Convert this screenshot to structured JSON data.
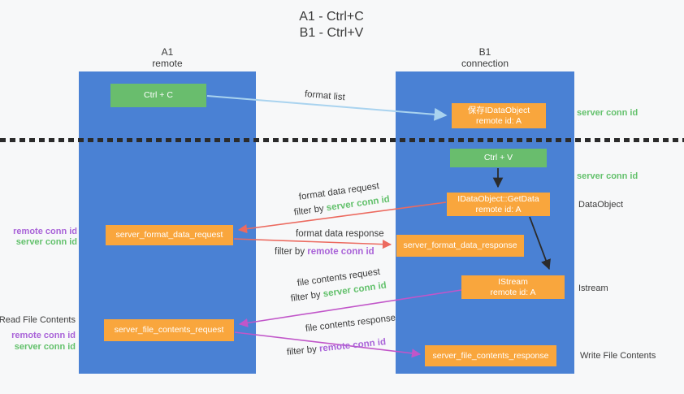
{
  "title": {
    "line1": "A1 - Ctrl+C",
    "line2": "B1 - Ctrl+V"
  },
  "lanes": {
    "a": {
      "name": "A1",
      "subtitle": "remote"
    },
    "b": {
      "name": "B1",
      "subtitle": "connection"
    }
  },
  "nodes": {
    "ctrl_c": "Ctrl + C",
    "ctrl_v": "Ctrl + V",
    "save_idataobject": {
      "title": "保存IDataObject",
      "subtitle": "remote id: A"
    },
    "idataobject_getdata": {
      "title": "IDataObject::GetData",
      "subtitle": "remote id: A"
    },
    "istream": {
      "title": "IStream",
      "subtitle": "remote id: A"
    },
    "server_format_data_request": "server_format_data_request",
    "server_format_data_response": "server_format_data_response",
    "server_file_contents_request": "server_file_contents_request",
    "server_file_contents_response": "server_file_contents_response"
  },
  "edge_labels": {
    "format_list": "format list",
    "format_data_request": "format data request",
    "format_data_response": "format data response",
    "file_contents_request": "file contents request",
    "file_contents_response": "file contents response",
    "filter_by": "filter by ",
    "server_conn_id": "server conn id",
    "remote_conn_id": "remote conn id"
  },
  "side_labels": {
    "server_conn_id": "server conn id",
    "remote_conn_id": "remote conn id",
    "dataobject": "DataObject",
    "istream": "Istream",
    "read_file_contents": "Read File Contents",
    "write_file_contents": "Write File Contents"
  },
  "colors": {
    "lane-blue": "#4a81d4",
    "node-green": "#69bd6d",
    "node-orange": "#f9a63d",
    "text-dark": "#3b3b3b",
    "green-label": "#63c16c",
    "purple-label": "#a963d8",
    "arrow-blue": "#a9d3ef",
    "arrow-black": "#2b2b2b",
    "arrow-salmon": "#ec6a5f",
    "arrow-magenta": "#c156c9",
    "background": "#f7f8f9"
  }
}
